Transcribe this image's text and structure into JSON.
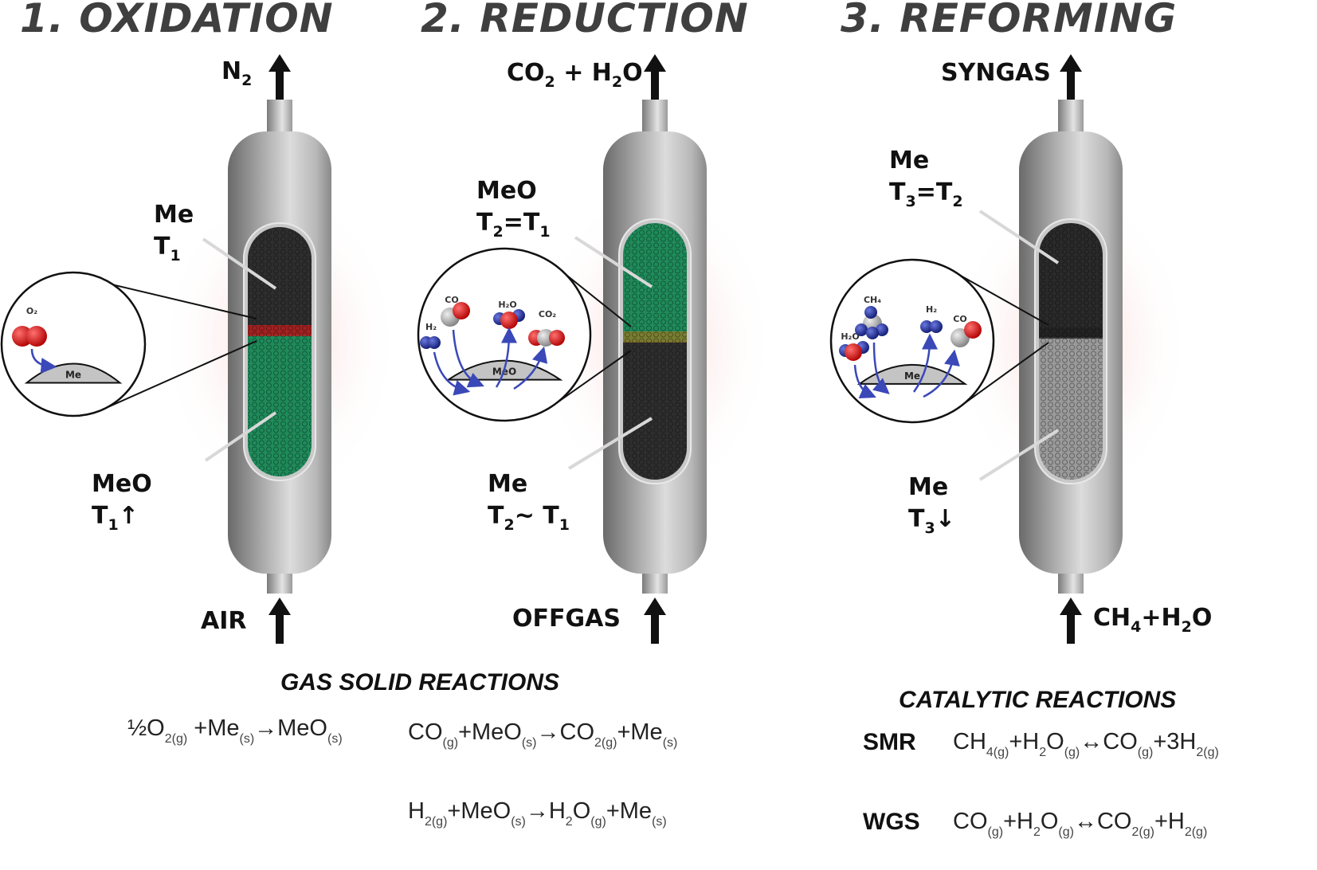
{
  "stages": [
    {
      "title": "1. OXIDATION",
      "outlet": {
        "text": "N",
        "sub": "2"
      },
      "inlet": "AIR",
      "upper_label": {
        "name": "Me",
        "temp": "T",
        "temp_sub": "1",
        "temp_suffix": ""
      },
      "lower_label": {
        "name": "MeO",
        "temp": "T",
        "temp_sub": "1",
        "temp_suffix": "↑"
      },
      "bed_top_color": "#2e2e2e",
      "bed_bottom_color": "#1f8a5a",
      "front_color": "#b51e1e",
      "zoom_molecules": [
        {
          "label": "O",
          "label_sub": "2"
        }
      ],
      "zoom_surface": "Me"
    },
    {
      "title": "2. REDUCTION",
      "outlet": {
        "text": "CO",
        "sub": "2",
        "tail": " + H",
        "tail_sub": "2",
        "end": "O"
      },
      "inlet": "OFFGAS",
      "upper_label": {
        "name": "MeO",
        "temp": "T",
        "temp_sub": "2",
        "temp_suffix": "=T",
        "temp_suffix_sub": "1"
      },
      "lower_label": {
        "name": "Me",
        "temp": "T",
        "temp_sub": "2",
        "temp_suffix": "~ T",
        "temp_suffix_sub": "1"
      },
      "bed_top_color": "#1f8a5a",
      "bed_bottom_color": "#2e2e2e",
      "front_color": "#8a7a2a",
      "zoom_molecules": [
        {
          "label": "H₂"
        },
        {
          "label": "CO"
        },
        {
          "label": "H₂O"
        },
        {
          "label": "CO₂"
        }
      ],
      "zoom_surface": "MeO"
    },
    {
      "title": "3. REFORMING",
      "outlet": {
        "text": "SYNGAS"
      },
      "inlet": {
        "text": "CH",
        "sub": "4",
        "tail": "+H",
        "tail_sub": "2",
        "end": "O"
      },
      "upper_label": {
        "name": "Me",
        "temp": "T",
        "temp_sub": "3",
        "temp_suffix": "=T",
        "temp_suffix_sub": "2"
      },
      "lower_label": {
        "name": "Me",
        "temp": "T",
        "temp_sub": "3",
        "temp_suffix": "↓"
      },
      "bed_top_color": "#2a2a2a",
      "bed_bottom_color": "#9a9a9a",
      "front_color": "#222222",
      "zoom_molecules": [
        {
          "label": "H₂O"
        },
        {
          "label": "CH₄"
        },
        {
          "label": "H₂"
        },
        {
          "label": "CO"
        }
      ],
      "zoom_surface": "Me"
    }
  ],
  "reactions": {
    "gas_solid_title": "GAS SOLID REACTIONS",
    "gas_solid": [
      [
        "½O",
        "2(g)",
        " +Me",
        "(s)",
        "→MeO",
        "(s)"
      ],
      [
        "CO",
        "(g)",
        "+MeO",
        "(s)",
        "→CO",
        "2(g)",
        "+Me",
        "(s)"
      ],
      [
        "H",
        "2(g)",
        "+MeO",
        "(s)",
        "→H",
        "2",
        "O",
        "(g)",
        "+Me",
        "(s)"
      ]
    ],
    "catalytic_title": "CATALYTIC REACTIONS",
    "catalytic": [
      {
        "abbr": "SMR",
        "parts": [
          "CH",
          "4(g)",
          "+H",
          "2",
          "O",
          "(g)",
          "↔CO",
          "(g)",
          "+3H",
          "2(g)"
        ]
      },
      {
        "abbr": "WGS",
        "parts": [
          "CO",
          "(g)",
          "+H",
          "2",
          "O",
          "(g)",
          "↔CO",
          "2(g)",
          "+H",
          "2(g)"
        ]
      }
    ]
  },
  "colors": {
    "vessel_dark": "#6e6e6e",
    "vessel_light": "#d8d8d8",
    "heat_glow": "#f2a0a0",
    "oxygen": "#d01818",
    "hydrogen": "#1c2a8c",
    "carbon": "#a8a8a8",
    "arrow": "#111111",
    "flow_arrow": "#3a48b8"
  }
}
